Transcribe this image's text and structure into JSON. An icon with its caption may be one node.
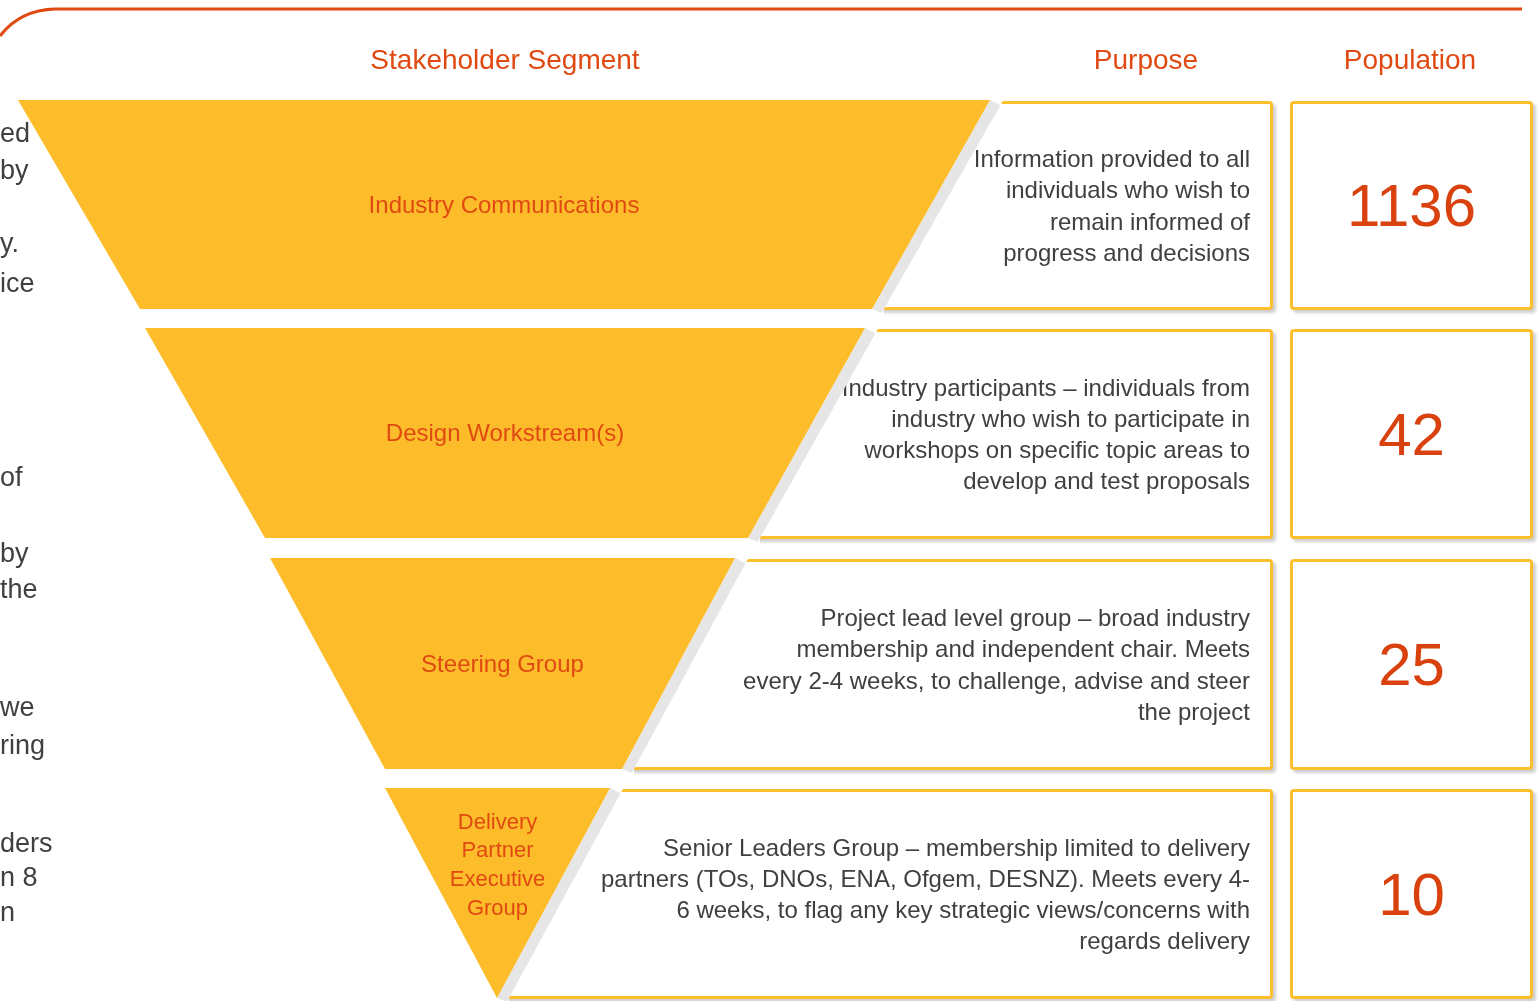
{
  "diagram": {
    "nodes": [
      {
        "text": [
          "Industry Communications"
        ]
      },
      {
        "text": [
          "Information provided to all individuals who wish to remain informed of progress and decisions"
        ]
      },
      {
        "text": [
          "1136"
        ]
      },
      {
        "text": [
          "Design Workstream(s)"
        ]
      },
      {
        "text": [
          "Industry participants – individuals from industry who wish to participate in workshops on specific topic areas to develop and test proposals"
        ]
      },
      {
        "text": [
          "42"
        ]
      },
      {
        "text": [
          "Steering Group"
        ]
      },
      {
        "text": [
          "Project lead level group – broad industry membership and independent chair. Meets every 2-4 weeks, to challenge, advise and steer the project"
        ]
      },
      {
        "text": [
          "25"
        ]
      },
      {
        "text": [
          "Delivery Partner Executive Group"
        ]
      },
      {
        "text": [
          "Senior Leaders Group – membership limited to delivery partners (TOs, DNOs, ENA, Ofgem, DESNZ). Meets every 4-6 weeks, to flag any key strategic views/concerns with regards delivery"
        ]
      },
      {
        "text": [
          "10"
        ]
      }
    ],
    "labels": [
      "Stakeholder Segment",
      "Purpose",
      "Population",
      "ed",
      "by",
      "y.",
      "ice",
      "of",
      "by",
      "the",
      "we",
      "ring",
      "ders",
      "n 8",
      "n"
    ]
  }
}
